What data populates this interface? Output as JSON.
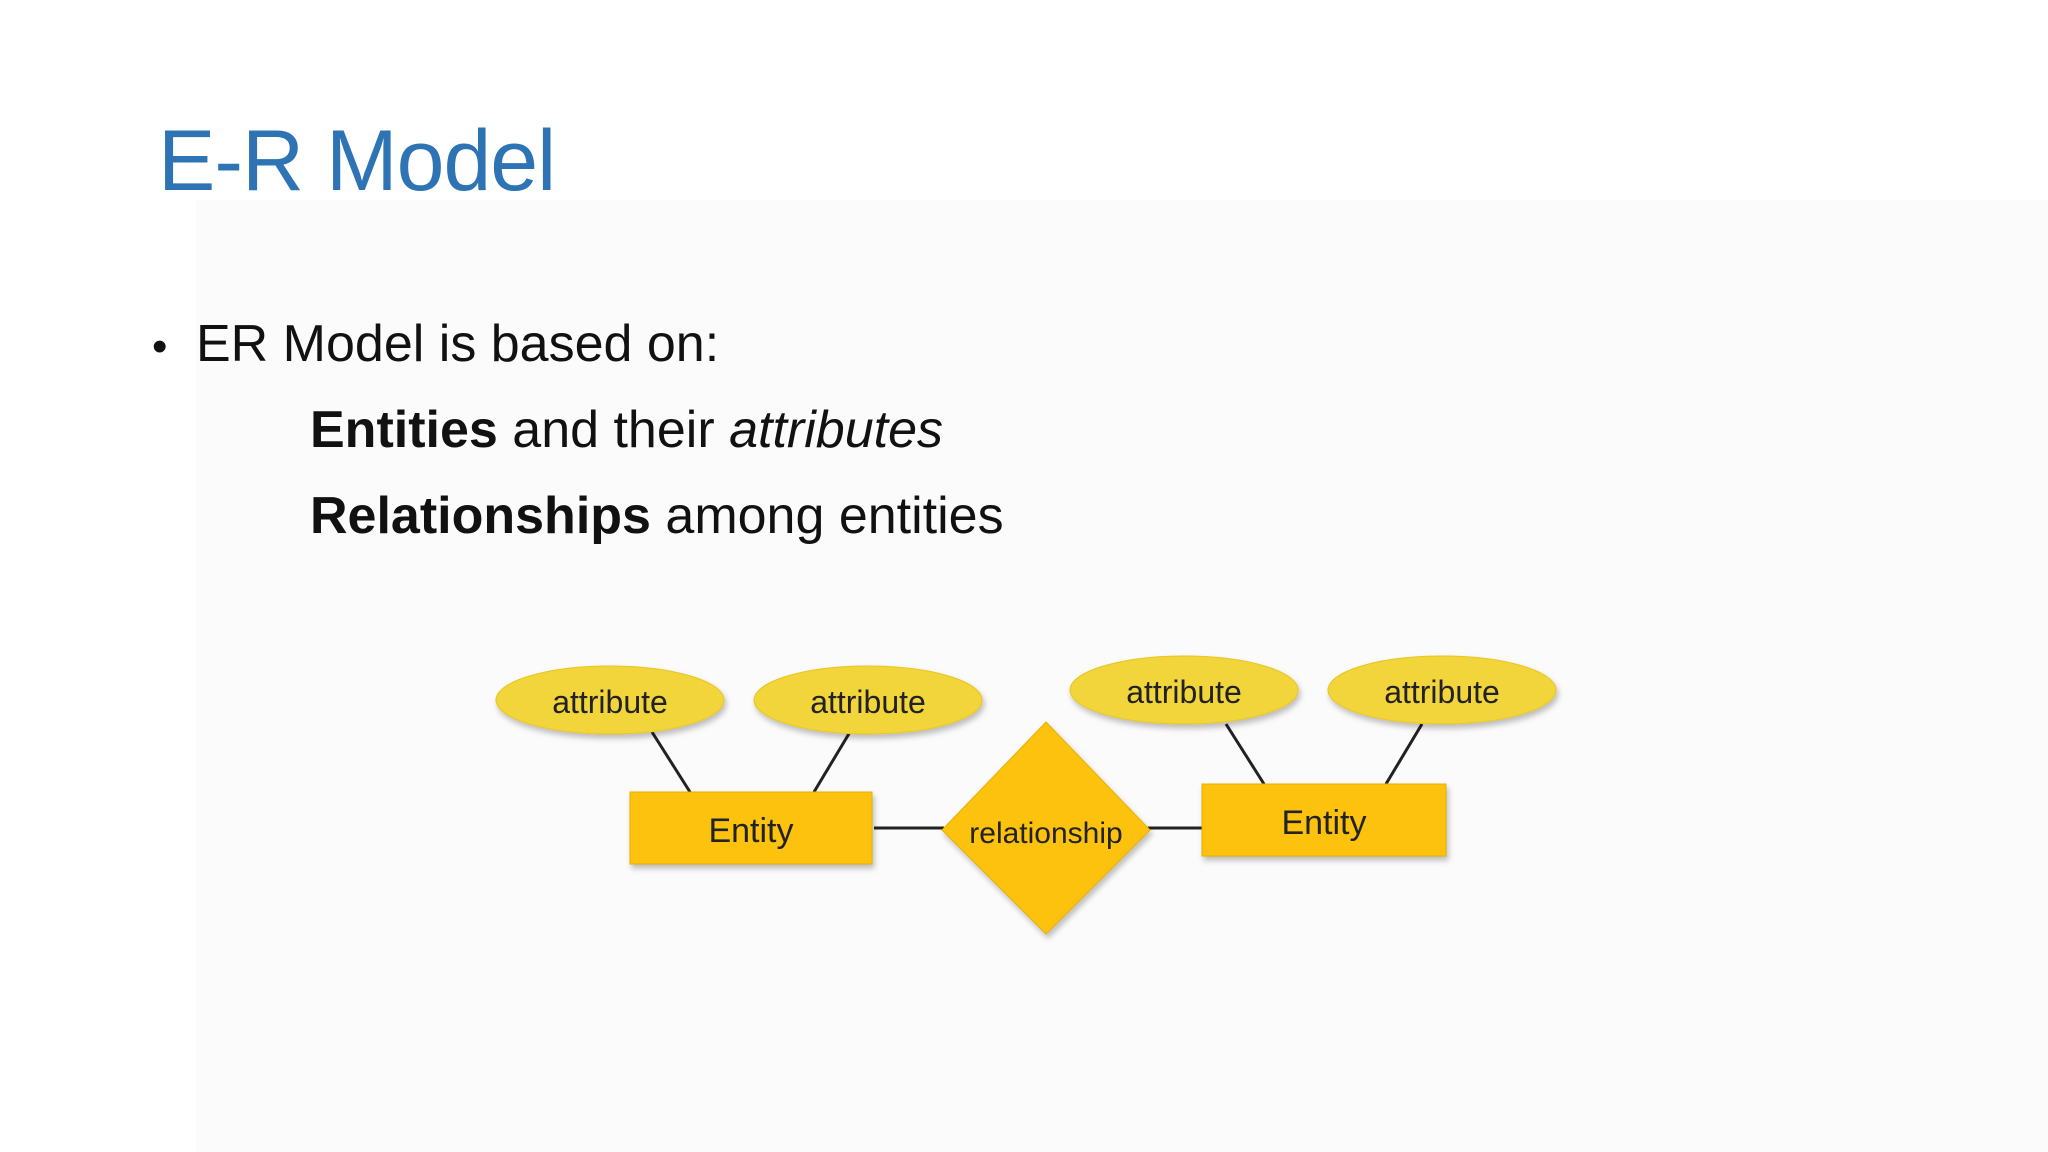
{
  "slide": {
    "title": "E-R Model",
    "bullet": {
      "marker": "•",
      "text": "ER Model is based on:"
    },
    "lines": [
      {
        "bold": "Entities",
        "normal": " and their ",
        "italic": "attributes"
      },
      {
        "bold": "Relationships",
        "normal": " among entities"
      }
    ]
  },
  "diagram": {
    "attribute_labels": [
      "attribute",
      "attribute",
      "attribute",
      "attribute"
    ],
    "entity_labels": [
      "Entity",
      "Entity"
    ],
    "relationship_label": "relationship",
    "colors": {
      "attribute_fill": "#f2d43a",
      "entity_fill": "#fcc20a",
      "relationship_fill": "#fcc20a",
      "line": "#222222"
    }
  }
}
